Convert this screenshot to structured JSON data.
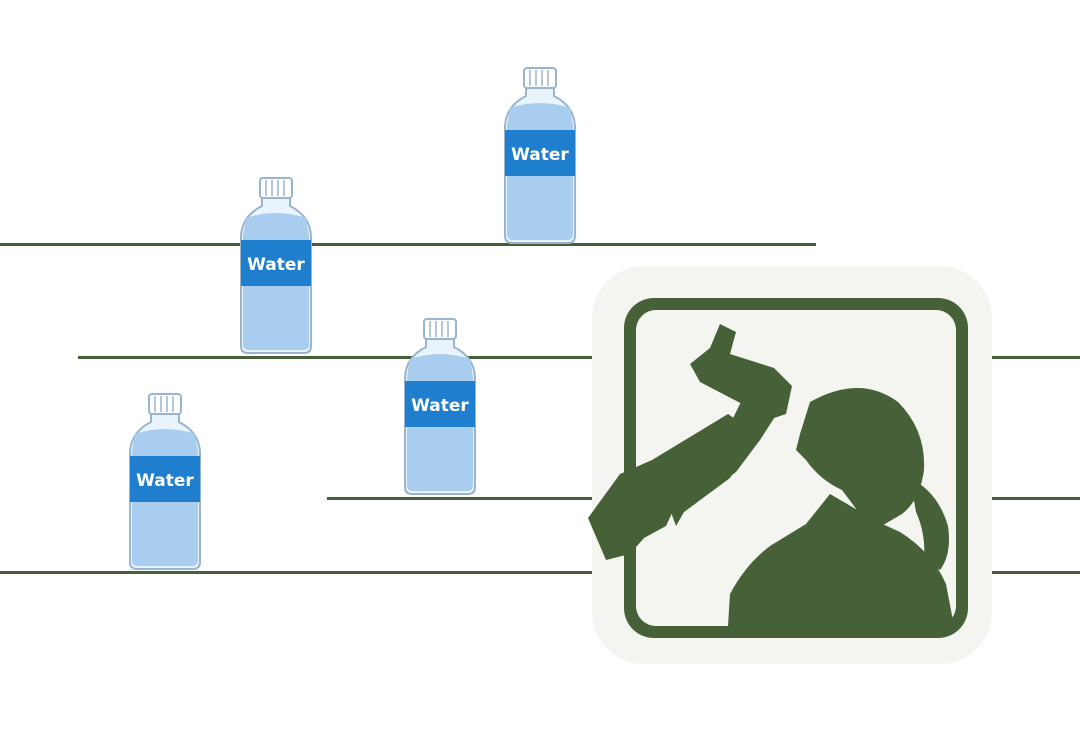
{
  "colors": {
    "shelf_line": "#466137",
    "bottle_water": "#a8cdef",
    "bottle_label": "#1f7fce",
    "bottle_outline": "#9ab3cf",
    "sign_green": "#466137",
    "sign_bg": "#f4f5f0"
  },
  "bottles": [
    {
      "label": "Water"
    },
    {
      "label": "Water"
    },
    {
      "label": "Water"
    },
    {
      "label": "Water"
    }
  ],
  "sign": {
    "icon": "person-drinking-bottle-icon"
  }
}
